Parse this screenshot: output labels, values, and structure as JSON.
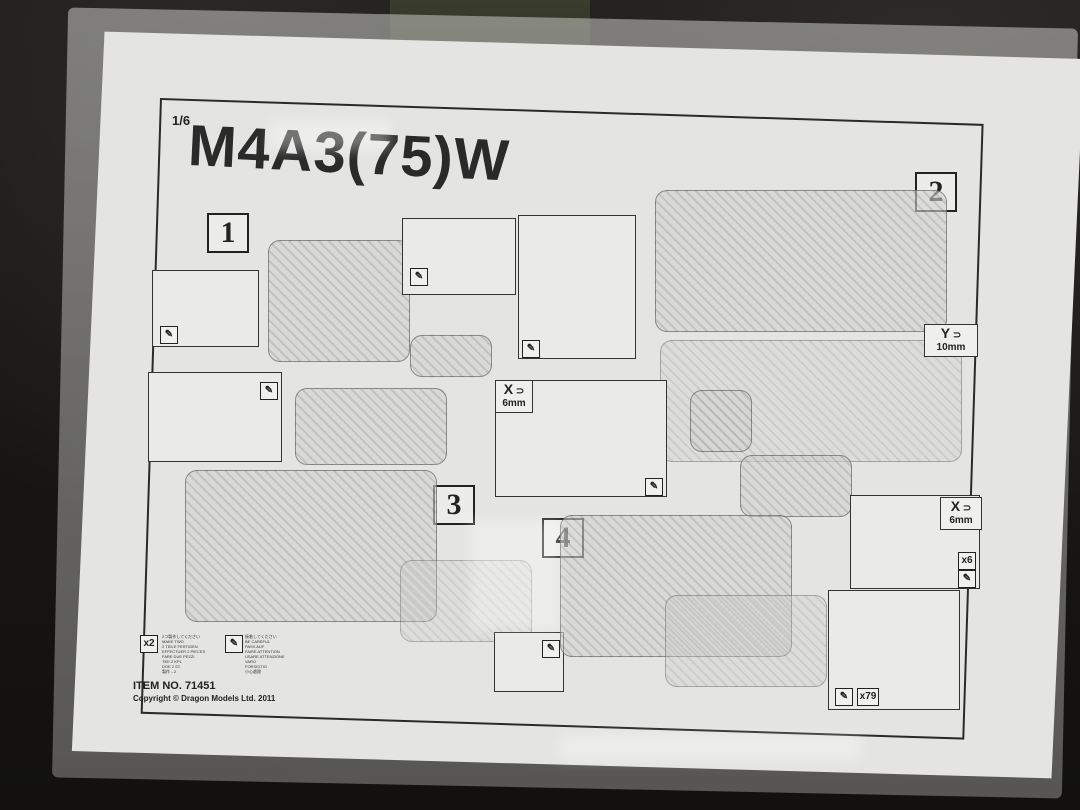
{
  "photo": {
    "subject": "Model kit instruction sheet in plastic bag",
    "background": "dark foam"
  },
  "sheet": {
    "scale": "1/6",
    "title": "M4A3(75)W",
    "steps": [
      {
        "number": "1"
      },
      {
        "number": "2"
      },
      {
        "number": "3"
      },
      {
        "number": "4"
      }
    ],
    "callouts": {
      "y_part": {
        "letter": "Y",
        "size": "10mm"
      },
      "x_part_left": {
        "letter": "X",
        "size": "6mm"
      },
      "x_part_right": {
        "letter": "X",
        "size": "6mm"
      }
    },
    "quantity_badges": {
      "legend_qty": "x2",
      "right_qty": "x6",
      "bottom_qty": "x79"
    },
    "legend": {
      "make_two_lines": [
        "2つ製作してください",
        "MAKE TWO",
        "2 TEILE FERTIGEN",
        "EFFECTUER 2 PIECES",
        "FARE DUE PEZZI",
        "TEE 2 KPL",
        "DOE 2 ST.",
        "製作→2"
      ],
      "cement_lines": [
        "接着してください",
        "BE CAREFUL",
        "PASS AUF",
        "FAIRE ATTENTION",
        "USARE ATTENZIONE",
        "VARO",
        "FORSIGTIG",
        "小心處理"
      ]
    },
    "item_no": "ITEM NO. 71451",
    "copyright": "Copyright © Dragon Models Ltd. 2011"
  }
}
